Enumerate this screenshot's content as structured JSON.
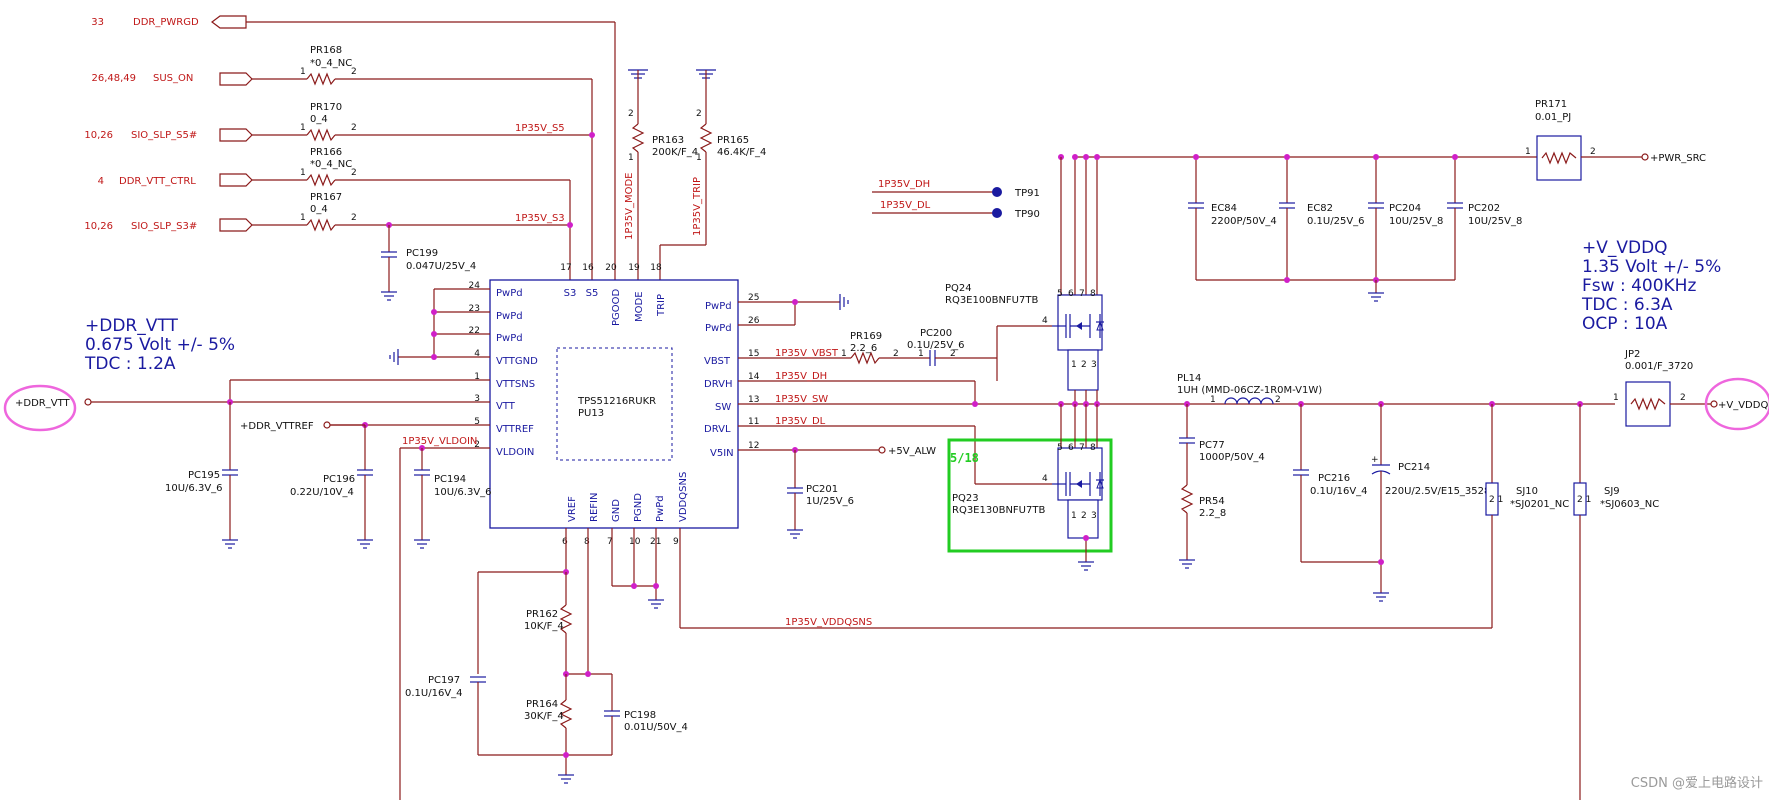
{
  "chip": {
    "name": "TPS51216RUKR",
    "ref": "PU13"
  },
  "left_pins": [
    {
      "num": "24",
      "name": "PwPd"
    },
    {
      "num": "23",
      "name": "PwPd"
    },
    {
      "num": "22",
      "name": "PwPd"
    },
    {
      "num": "4",
      "name": "VTTGND"
    },
    {
      "num": "1",
      "name": "VTTSNS"
    },
    {
      "num": "3",
      "name": "VTT"
    },
    {
      "num": "5",
      "name": "VTTREF"
    },
    {
      "num": "2",
      "name": "VLDOIN"
    }
  ],
  "right_pins": [
    {
      "num": "25",
      "name": "PwPd"
    },
    {
      "num": "26",
      "name": "PwPd"
    },
    {
      "num": "15",
      "name": "VBST"
    },
    {
      "num": "14",
      "name": "DRVH"
    },
    {
      "num": "13",
      "name": "SW"
    },
    {
      "num": "11",
      "name": "DRVL"
    },
    {
      "num": "12",
      "name": "V5IN"
    }
  ],
  "top_pins": [
    {
      "num": "17",
      "name": "S3"
    },
    {
      "num": "16",
      "name": "S5"
    },
    {
      "num": "20",
      "name": "PGOOD"
    },
    {
      "num": "19",
      "name": "MODE"
    },
    {
      "num": "18",
      "name": "TRIP"
    }
  ],
  "bottom_pins": [
    {
      "num": "6",
      "name": "VREF"
    },
    {
      "num": "8",
      "name": "REFIN"
    },
    {
      "num": "7",
      "name": "GND"
    },
    {
      "num": "10",
      "name": "PGND"
    },
    {
      "num": "21",
      "name": "PwPd"
    },
    {
      "num": "9",
      "name": "VDDQSNS"
    }
  ],
  "input_signals": [
    {
      "pages": "33",
      "name": "DDR_PWRGD"
    },
    {
      "pages": "26,48,49",
      "name": "SUS_ON"
    },
    {
      "pages": "10,26",
      "name": "SIO_SLP_S5#"
    },
    {
      "pages": "4",
      "name": "DDR_VTT_CTRL"
    },
    {
      "pages": "10,26",
      "name": "SIO_SLP_S3#"
    }
  ],
  "resistors_left": [
    {
      "ref": "PR168",
      "value": "*0_4_NC"
    },
    {
      "ref": "PR170",
      "value": "0_4"
    },
    {
      "ref": "PR166",
      "value": "*0_4_NC"
    },
    {
      "ref": "PR167",
      "value": "0_4"
    }
  ],
  "nets": {
    "s5": "1P35V_S5",
    "s3": "1P35V_S3",
    "mode": "1P35V_MODE",
    "trip": "1P35V_TRIP",
    "vbst": "1P35V_VBST",
    "dh": "1P35V_DH",
    "sw": "1P35V_SW",
    "dl": "1P35V_DL",
    "vldoin": "1P35V_VLDOIN",
    "vddqsns": "1P35V_VDDQSNS",
    "tp_dh": "1P35V_DH",
    "tp_dl": "1P35V_DL"
  },
  "parts": {
    "pr163": {
      "ref": "PR163",
      "value": "200K/F_4"
    },
    "pr165": {
      "ref": "PR165",
      "value": "46.4K/F_4"
    },
    "pc199": {
      "ref": "PC199",
      "value": "0.047U/25V_4"
    },
    "pc195": {
      "ref": "PC195",
      "value": "10U/6.3V_6"
    },
    "pc196": {
      "ref": "PC196",
      "value": "0.22U/10V_4"
    },
    "pc194": {
      "ref": "PC194",
      "value": "10U/6.3V_6"
    },
    "pc201": {
      "ref": "PC201",
      "value": "1U/25V_6"
    },
    "pr169": {
      "ref": "PR169",
      "value": "2.2_6"
    },
    "pc200": {
      "ref": "PC200",
      "value": "0.1U/25V_6"
    },
    "pq24": {
      "ref": "PQ24",
      "value": "RQ3E100BNFU7TB"
    },
    "pq23": {
      "ref": "PQ23",
      "value": "RQ3E130BNFU7TB"
    },
    "pr162": {
      "ref": "PR162",
      "value": "10K/F_4"
    },
    "pr164": {
      "ref": "PR164",
      "value": "30K/F_4"
    },
    "pc197": {
      "ref": "PC197",
      "value": "0.1U/16V_4"
    },
    "pc198": {
      "ref": "PC198",
      "value": "0.01U/50V_4"
    },
    "ec84": {
      "ref": "EC84",
      "value": "2200P/50V_4"
    },
    "ec82": {
      "ref": "EC82",
      "value": "0.1U/25V_6"
    },
    "pc204": {
      "ref": "PC204",
      "value": "10U/25V_8"
    },
    "pc202": {
      "ref": "PC202",
      "value": "10U/25V_8"
    },
    "pr171": {
      "ref": "PR171",
      "value": "0.01_PJ"
    },
    "pl14": {
      "ref": "PL14",
      "value": "1UH (MMD-06CZ-1R0M-V1W)"
    },
    "pc77": {
      "ref": "PC77",
      "value": "1000P/50V_4"
    },
    "pr54": {
      "ref": "PR54",
      "value": "2.2_8"
    },
    "pc216": {
      "ref": "PC216",
      "value": "0.1U/16V_4"
    },
    "pc214": {
      "ref": "PC214",
      "value": "220U/2.5V/E15_3528"
    },
    "sj10": {
      "ref": "SJ10",
      "value": "*SJ0201_NC"
    },
    "sj9": {
      "ref": "SJ9",
      "value": "*SJ0603_NC"
    },
    "jp2": {
      "ref": "JP2",
      "value": "0.001/F_3720"
    }
  },
  "test_points": [
    {
      "ref": "TP91"
    },
    {
      "ref": "TP90"
    }
  ],
  "rails": {
    "ddr_vtt": "+DDR_VTT",
    "ddr_vttref": "+DDR_VTTREF",
    "v5_alw": "+5V_ALW",
    "pwr_src": "+PWR_SRC",
    "v_vddq": "+V_VDDQ"
  },
  "vtt_spec": {
    "title": "+DDR_VTT",
    "line1": "0.675 Volt +/- 5%",
    "line2": "TDC : 1.2A"
  },
  "vddq_spec": {
    "title": "+V_VDDQ",
    "line1": "1.35 Volt +/- 5%",
    "line2": "Fsw : 400KHz",
    "line3": "TDC : 6.3A",
    "line4": "OCP : 10A"
  },
  "annotation_green": "5/18",
  "watermark": "CSDN @爱上电路设计",
  "colors": {
    "wire": "#8b1a1a",
    "component": "#1a1aa0",
    "junction": "#d020c8",
    "highlight": "#22cc22",
    "circle": "#ee66dd"
  }
}
